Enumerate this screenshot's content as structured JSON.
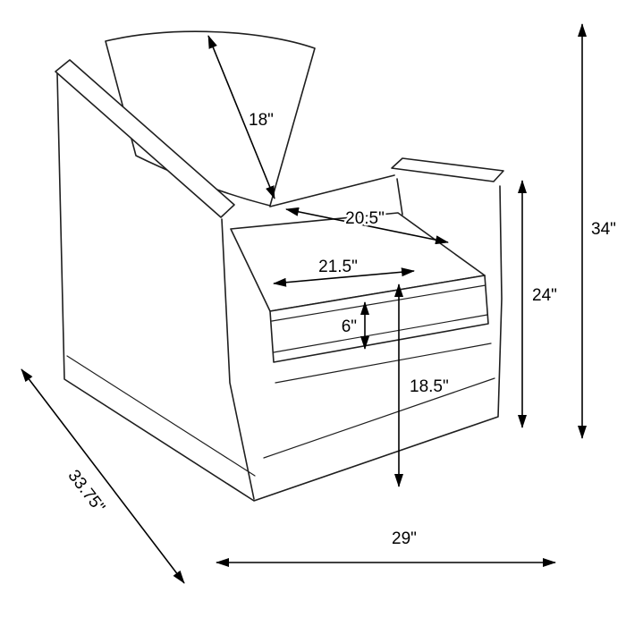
{
  "diagram": {
    "type": "furniture-dimension-diagram",
    "subject": "Skirted armchair line drawing with measurement arrows",
    "labels": {
      "back_diagonal": "18\"",
      "seat_depth": "20.5\"",
      "seat_width": "21.5\"",
      "cushion_thickness": "6\"",
      "seat_height": "18.5\"",
      "arm_height": "24\"",
      "overall_height": "34\"",
      "overall_depth": "33.75\"",
      "overall_width": "29\""
    },
    "values_in_inches": {
      "back_diagonal": 18,
      "seat_depth": 20.5,
      "seat_width": 21.5,
      "cushion_thickness": 6,
      "seat_height": 18.5,
      "arm_height": 24,
      "overall_height": 34,
      "overall_depth": 33.75,
      "overall_width": 29
    },
    "colors": {
      "line": "#1f1f1f",
      "arrow": "#000000",
      "background": "#ffffff",
      "fill": "#ffffff"
    }
  }
}
